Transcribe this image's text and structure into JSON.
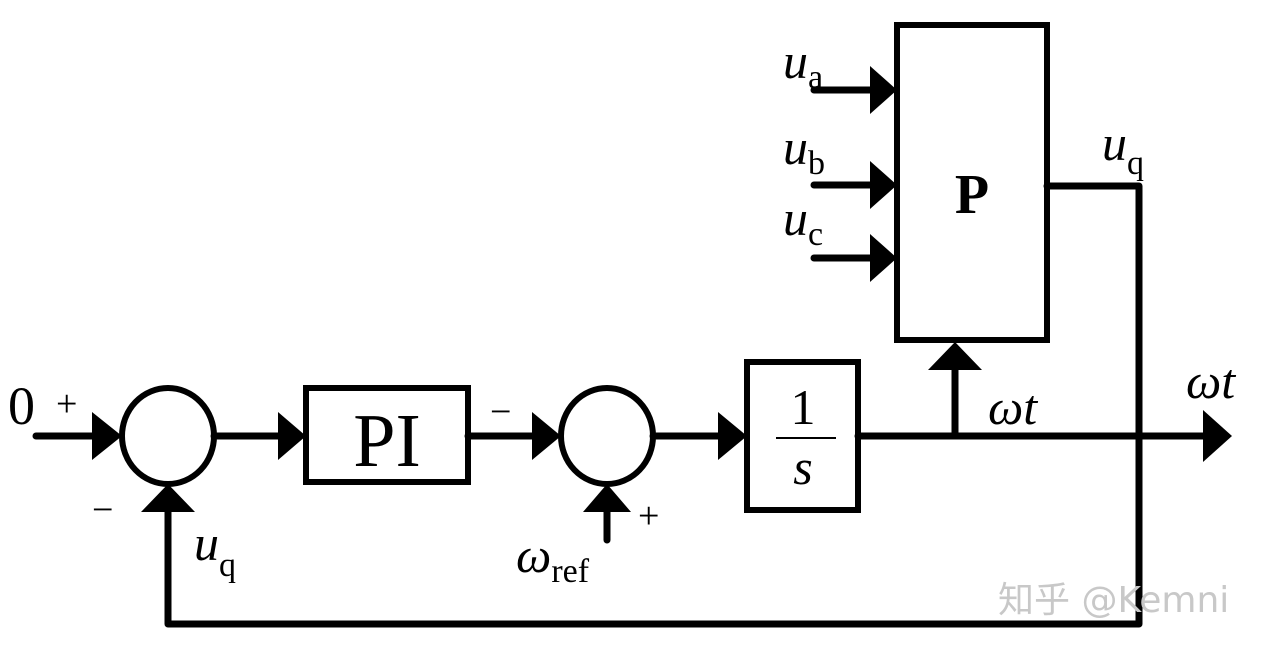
{
  "blocks": {
    "pi": "PI",
    "integrator_num": "1",
    "integrator_den": "s",
    "park": "P"
  },
  "signals": {
    "input_zero": "0",
    "sum1_plus": "+",
    "sum1_minus": "−",
    "sum2_minus": "−",
    "sum2_plus": "+",
    "uq_feedback": {
      "base": "u",
      "sub": "q"
    },
    "uq_out": {
      "base": "u",
      "sub": "q"
    },
    "omega_ref": {
      "base": "ω",
      "sub": "ref"
    },
    "ua": {
      "base": "u",
      "sub": "a"
    },
    "ub": {
      "base": "u",
      "sub": "b"
    },
    "uc": {
      "base": "u",
      "sub": "c"
    },
    "omega_t_inner": "ωt",
    "omega_t_out": "ωt"
  },
  "watermark": "知乎 @Kemni"
}
